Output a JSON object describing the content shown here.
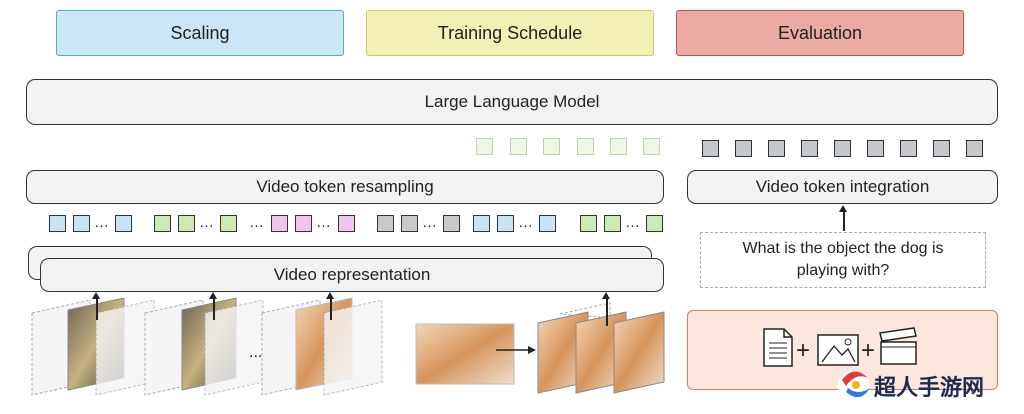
{
  "top_labels": {
    "scaling": "Scaling",
    "training": "Training Schedule",
    "evaluation": "Evaluation"
  },
  "colors": {
    "scaling_fill": "#cde6f5",
    "scaling_border": "#5aa9d6",
    "training_fill": "#f3f0b6",
    "training_border": "#d2c95a",
    "evaluation_fill": "#e9aaa4",
    "evaluation_border": "#c8524a",
    "blue_token": "#c6e4f5",
    "green_token": "#cdeab6",
    "pink_token": "#f0c4ee",
    "gray_token": "#c9c9c9",
    "light_green_token": "#eef6e6",
    "dark_gray_token": "#c4c8cc",
    "modality_fill": "#fbe7de",
    "modality_border": "#d77a5c"
  },
  "llm_label": "Large Language Model",
  "resampling_label": "Video token resampling",
  "integration_label": "Video token integration",
  "representation_label": "Video representation",
  "question": "What is the object the dog is playing with?",
  "ellipsis": "…",
  "ellipsis_frames": "...",
  "modality_icons": [
    "document-icon",
    "image-icon",
    "video-clapper-icon"
  ],
  "plus": "+",
  "watermark": "超人手游网"
}
